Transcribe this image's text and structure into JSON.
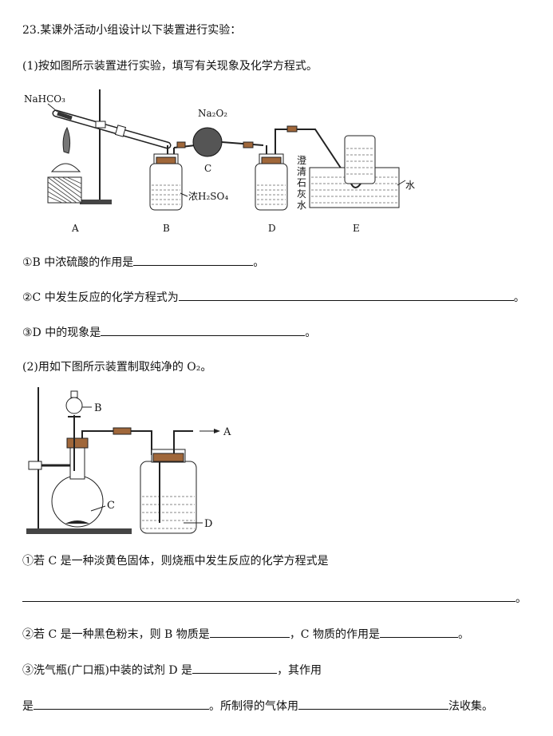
{
  "question": {
    "title": "23.某课外活动小组设计以下装置进行实验：",
    "part1_intro": "(1)按如图所示装置进行实验，填写有关现象及化学方程式。",
    "q1_1": "①B 中浓硫酸的作用是",
    "q1_2": "②C 中发生反应的化学方程式为",
    "q1_3": "③D 中的现象是",
    "part2_intro": "(2)用如下图所示装置制取纯净的 O₂。",
    "q2_1": "①若 C 是一种淡黄色固体，则烧瓶中发生反应的化学方程式是",
    "q2_2a": "②若 C 是一种黑色粉末，则 B 物质是",
    "q2_2b": "，C 物质的作用是",
    "q2_3a": "③洗气瓶(广口瓶)中装的试剂 D 是",
    "q2_3b": "，其作用",
    "q2_3c": "是",
    "q2_3d": "。所制得的气体用",
    "q2_3e": "法收集。",
    "period": "。"
  },
  "figure1": {
    "label_nahco3": "NaHCO₃",
    "label_na2o2": "Na₂O₂",
    "label_h2so4": "浓H₂SO₄",
    "label_limewater": [
      "澄",
      "清",
      "石",
      "灰",
      "水"
    ],
    "label_water": "水",
    "label_a": "A",
    "label_b": "B",
    "label_c": "C",
    "label_d": "D",
    "label_e": "E"
  },
  "figure2": {
    "label_b": "B",
    "label_a": "A",
    "label_c": "C",
    "label_d": "D"
  }
}
